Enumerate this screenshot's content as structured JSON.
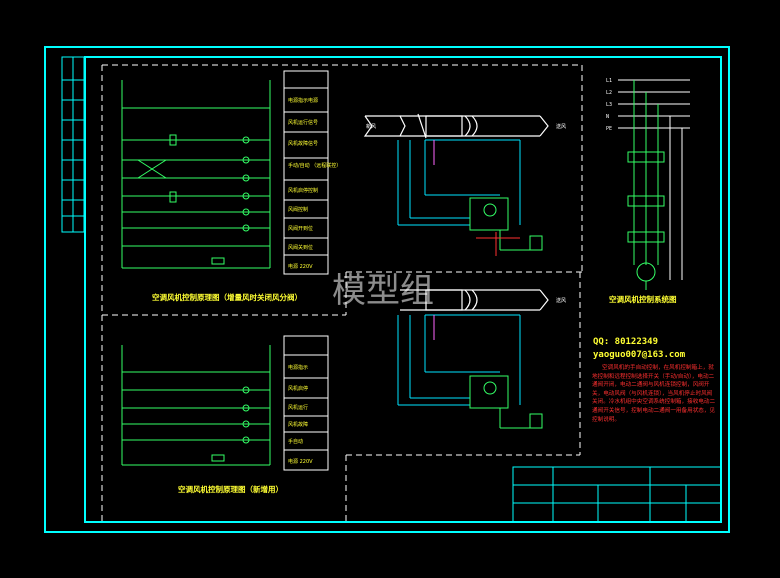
{
  "watermark": "模型组",
  "contact": {
    "qq": "QQ: 80122349",
    "email": "yaoguo007@163.com"
  },
  "titles": {
    "ahu_fan_control_a": "空调风机控制原理图（增量风时关闭风分阀）",
    "ahu_fan_control_b": "空调风机控制原理图（新增用）",
    "fan_system_diagram": "空调风机控制系统图"
  },
  "bus_labels": [
    "L1",
    "L2",
    "L3",
    "N",
    "PE"
  ],
  "function_panel_a": [
    "电源指示电源",
    "风机运行信号",
    "风机故障信号",
    "手动/自动\n（远程联控）",
    "风机启停控制",
    "风阀控制",
    "风阀开到位",
    "风阀关到位",
    "",
    "电源 220V"
  ],
  "function_panel_b": [
    "电源指示",
    "风机启停",
    "风机运行",
    "风机故障",
    "手自动",
    "",
    "电源 220V"
  ],
  "duct_labels": {
    "a_left": "新风",
    "a_right": "送风",
    "b_right": "送风"
  },
  "notes_red": "空调风机的手自动控制，在风机控制箱上，就地控制和远程控制选择开关（手动/自动），电动二通阀开闭，电动二通阀与风机连锁控制，风阀开关，电动风阀（与风机连锁），当风机停止时风阀关闭。冷水机组中央空调系统控制箱，接收电动二通阀开关信号，控制电动二通阀一用备用状态，见控制说明。",
  "colors": {
    "frame": "#00ffff",
    "dashed": "#ffffff",
    "wire": "#33ff66",
    "label": "#ffff33",
    "note": "#ff3030",
    "duct": "#ffffff",
    "cyan_pipe": "#00e5ff"
  }
}
